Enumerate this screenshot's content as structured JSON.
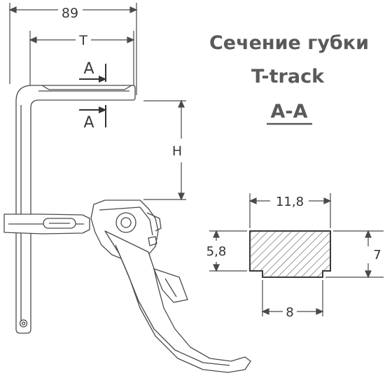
{
  "title": {
    "line1": "Сечение губки",
    "line2": "T-track",
    "line3": "A-A"
  },
  "clamp": {
    "overall_width": "89",
    "jaw_width": "T",
    "height": "H",
    "section_mark_top": "A",
    "section_mark_bottom": "A"
  },
  "section": {
    "top_width": "11,8",
    "bottom_width": "8",
    "left_height": "5,8",
    "right_height": "7"
  },
  "colors": {
    "line": "#4a4a4a",
    "text": "#3a3a3a",
    "title": "#5a5a5a"
  }
}
